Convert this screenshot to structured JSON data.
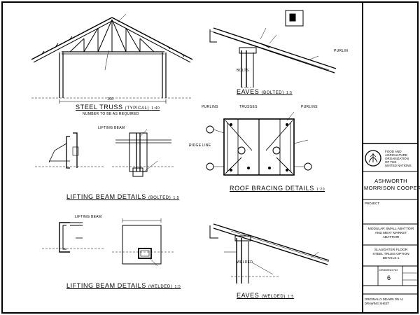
{
  "views": {
    "steel_truss": {
      "title": "STEEL TRUSS",
      "suffix": "(TYPICAL)",
      "scale": "1:40",
      "note": "NUMBER TO BE AS REQUIRED"
    },
    "eaves_bolted": {
      "title": "EAVES",
      "suffix": "(BOLTED)",
      "scale": "1:5"
    },
    "lifting_beam_bolted": {
      "title": "LIFTING BEAM DETAILS",
      "suffix": "(BOLTED)",
      "scale": "1:5"
    },
    "roof_bracing": {
      "title": "ROOF BRACING DETAILS",
      "scale": "1:20"
    },
    "lifting_beam_welded": {
      "title": "LIFTING BEAM DETAILS",
      "suffix": "(WELDED)",
      "scale": "1:5"
    },
    "eaves_welded": {
      "title": "EAVES",
      "suffix": "(WELDED)",
      "scale": "1:5"
    }
  },
  "labels": {
    "lifting_beam_1": "LIFTING BEAM",
    "lifting_beam_2": "LIFTING BEAM",
    "purlin": "PURLIN",
    "purlins_1": "PURLINS",
    "purlins_2": "PURLINS",
    "trusses": "TRUSSES",
    "ridge_line": "RIDGE LINE",
    "bolts": "BOLTS",
    "welded": "WELDED",
    "number": "100"
  },
  "title_block": {
    "org_line1": "FOOD AND",
    "org_line2": "AGRICULTURE",
    "org_line3": "ORGANIZATION",
    "org_line4": "OF THE",
    "org_line5": "UNITED NATIONS",
    "firm_line1": "ASHWORTH",
    "firm_line2": "MORRISON COOPER",
    "project_label": "PROJECT",
    "project_line1": "MODULAR SMALL ABATTOIR",
    "project_line2": "AND MEAT MARKET",
    "project_line3": "ABATTOIR",
    "sheet_line1": "SLAUGHTER FLOOR",
    "sheet_line2": "STEEL TRUSS OPTION",
    "sheet_line3": "DETAILS 1",
    "drawing_no_label": "DRAWING NO",
    "drawing_no": "6",
    "footer_line1": "ORIGINALLY DRAWN ON A1",
    "footer_line2": "DRAWING SHEET"
  }
}
